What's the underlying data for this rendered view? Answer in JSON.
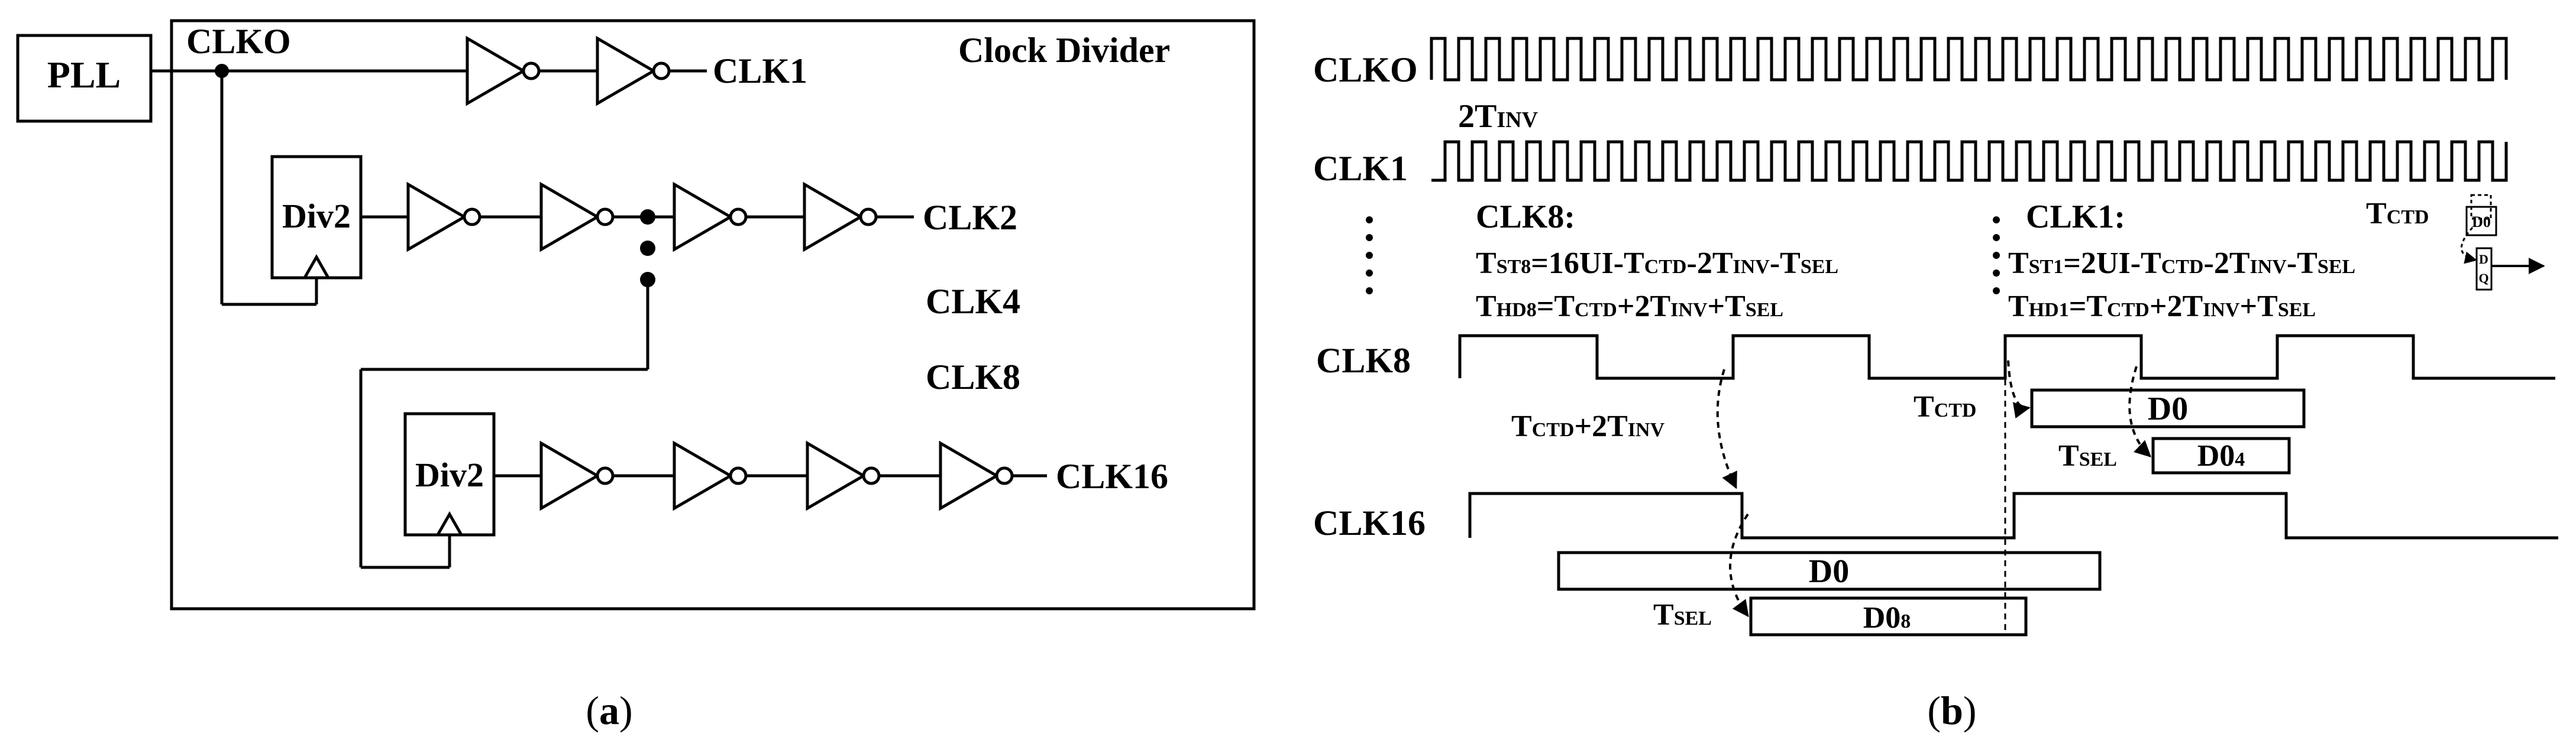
{
  "panel_a": {
    "pll": "PLL",
    "clk0": "CLKO",
    "box_title": "Clock Divider",
    "clk1": "CLK1",
    "div_label": "Div2",
    "clk2": "CLK2",
    "clk4": "CLK4",
    "clk8": "CLK8",
    "clk16": "CLK16",
    "caption_open": "(",
    "caption_letter": "a",
    "caption_close": ")"
  },
  "panel_b": {
    "clk0": "CLKO",
    "clk1": "CLK1",
    "clk8": "CLK8",
    "clk16": "CLK16",
    "tinv_2": "2",
    "tinv_t": "T",
    "tinv_sub": "INV",
    "left_eq": {
      "title": "CLK8:",
      "ts_t": "T",
      "ts_sub": "ST8",
      "ts_a": "=16UI-T",
      "ts_ctd": "CTD",
      "ts_b": "-2T",
      "ts_inv": "INV",
      "ts_c": "-T",
      "ts_sel": "SEL",
      "th_t": "T",
      "th_sub": "HD8",
      "th_a": "=T",
      "th_ctd": "CTD",
      "th_b": "+2T",
      "th_inv": "INV",
      "th_c": "+T",
      "th_sel": "SEL"
    },
    "right_eq": {
      "title": "CLK1:",
      "ts_t": "T",
      "ts_sub": "ST1",
      "ts_a": "=2UI-T",
      "ts_ctd": "CTD",
      "ts_b": "-2T",
      "ts_inv": "INV",
      "ts_c": "-T",
      "ts_sel": "SEL",
      "th_t": "T",
      "th_sub": "HD1",
      "th_a": "=T",
      "th_ctd": "CTD",
      "th_b": "+2T",
      "th_inv": "INV",
      "th_c": "+T",
      "th_sel": "SEL"
    },
    "tctd_t": "T",
    "tctd_sub": "CTD",
    "tsel_t": "T",
    "tsel_sub": "SEL",
    "tctd2inv_a": "T",
    "tctd2inv_ctd": "CTD",
    "tctd2inv_b": "+2T",
    "tctd2inv_inv": "INV",
    "d0": "D0",
    "d04_base": "D0",
    "d04_sub": "4",
    "d08_base": "D0",
    "d08_sub": "8",
    "ff_d0": "D0",
    "ff_d": "D",
    "ff_q": "Q",
    "caption_open": "(",
    "caption_letter": "b",
    "caption_close": ")"
  }
}
